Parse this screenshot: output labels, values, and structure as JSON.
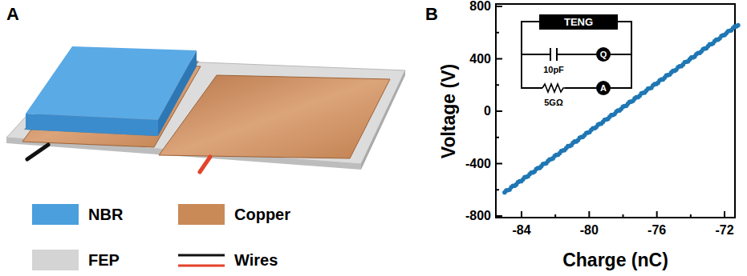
{
  "diagram": {
    "nodes": [
      {
        "text": [
          "TENG"
        ]
      },
      {
        "text": [
          "Q"
        ]
      },
      {
        "text": [
          "A"
        ]
      }
    ],
    "edges": [
      {
        "from": 0,
        "to": 1,
        "arrow": "none"
      },
      {
        "from": 1,
        "to": 0,
        "arrow": "none"
      },
      {
        "from": 0,
        "to": 2,
        "arrow": "none"
      },
      {
        "from": 2,
        "to": 0,
        "arrow": "none"
      }
    ],
    "labels": [
      "A",
      "B",
      "800",
      "400",
      "0",
      "-400",
      "-800",
      "-84",
      "-80",
      "-76",
      "-72",
      "Voltage (V)",
      "Charge (nC)",
      "10pF",
      "5GΩ"
    ],
    "legend": [
      {
        "text": "NBR",
        "color": "#4a9fdc"
      },
      {
        "text": "Copper",
        "color": "#c98a58"
      },
      {
        "text": "FEP",
        "color": "#d4d4d4"
      },
      {
        "text": "Wires"
      }
    ]
  }
}
